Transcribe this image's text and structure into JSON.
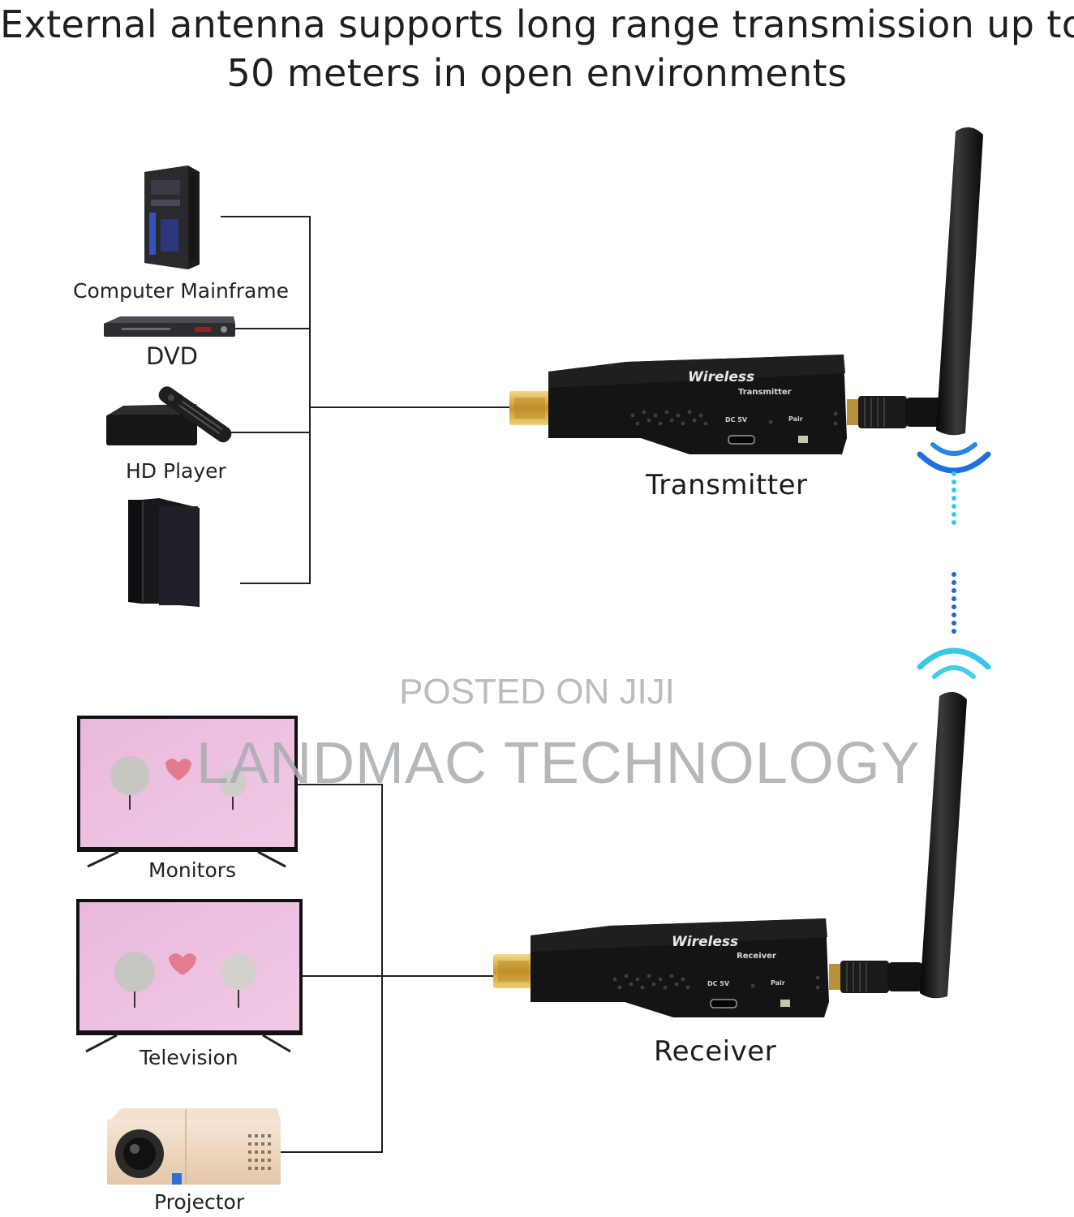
{
  "headline": {
    "line1": "External antenna supports long range transmission up to",
    "line2": "50 meters in open environments"
  },
  "sources": [
    {
      "label": "Computer Mainframe",
      "icon": "computer-tower-icon"
    },
    {
      "label": "DVD",
      "icon": "dvd-player-icon"
    },
    {
      "label": "HD Player",
      "icon": "hd-player-icon"
    },
    {
      "label": "",
      "icon": "game-console-icon"
    }
  ],
  "transmitter": {
    "caption": "Transmitter",
    "body_title": "Wireless",
    "body_subtitle": "Transmitter",
    "port_dc": "DC 5V",
    "port_pair": "Pair"
  },
  "receiver": {
    "caption": "Receiver",
    "body_title": "Wireless",
    "body_subtitle": "Receiver",
    "port_dc": "DC 5V",
    "port_pair": "Pair"
  },
  "displays": [
    {
      "label": "Monitors",
      "icon": "monitor-icon"
    },
    {
      "label": "Television",
      "icon": "television-icon"
    },
    {
      "label": "Projector",
      "icon": "projector-icon"
    }
  ],
  "watermark": {
    "line1": "POSTED ON JIJI",
    "line2": "LANDMAC TECHNOLOGY"
  },
  "colors": {
    "device_body": "#141414",
    "hdmi_gold": "#d4a73a",
    "signal_dark_blue": "#1e6fe0",
    "signal_light_blue": "#39c7e8",
    "screen_pink": "#e6b6d8"
  }
}
